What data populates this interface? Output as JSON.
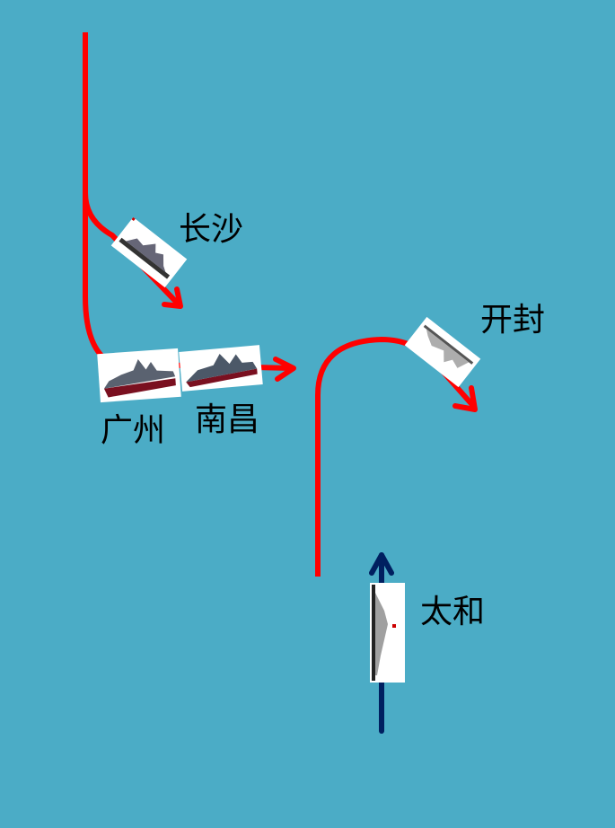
{
  "background_color": "#4BACC6",
  "colors": {
    "red_route": "#FF0000",
    "blue_route": "#002060",
    "label_text": "#000000"
  },
  "ships": [
    {
      "id": "changsha",
      "label": "长沙"
    },
    {
      "id": "guangzhou",
      "label": "广州"
    },
    {
      "id": "nanchang",
      "label": "南昌"
    },
    {
      "id": "kaifeng",
      "label": "开封"
    },
    {
      "id": "taihe",
      "label": "太和"
    }
  ]
}
